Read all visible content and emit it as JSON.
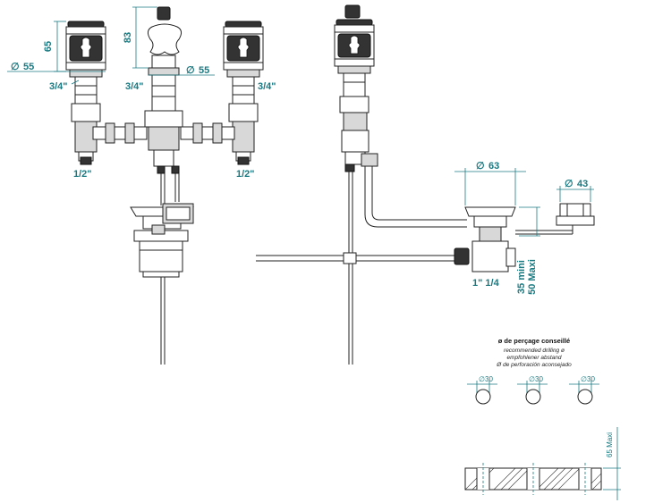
{
  "dimensions": {
    "left_height_handle": "65",
    "left_diameter": "55",
    "left_thread_top": "3/4\"",
    "center_height": "83",
    "center_thread": "3/4\"",
    "center_diameter": "55",
    "right_thread_top": "3/4\"",
    "left_bottom_thread": "1/2\"",
    "right_bottom_thread": "1/2\"",
    "drain_diameter": "63",
    "popup_diameter": "43",
    "drain_thread": "1\" 1/4",
    "min_depth": "35 mini",
    "max_depth": "50 Maxi",
    "deck_max": "65 Maxi",
    "hole_diameter_1": "30",
    "hole_diameter_2": "30",
    "hole_diameter_3": "30"
  },
  "symbols": {
    "diameter": "∅"
  },
  "drilling_note": {
    "title": "ø de perçage conseillé",
    "lines": [
      "recommended drilling ø",
      "empfohlener abstand",
      "Ø de perforación aconsejado"
    ]
  },
  "colors": {
    "dimension": "#1a7a82",
    "line": "#222222"
  }
}
